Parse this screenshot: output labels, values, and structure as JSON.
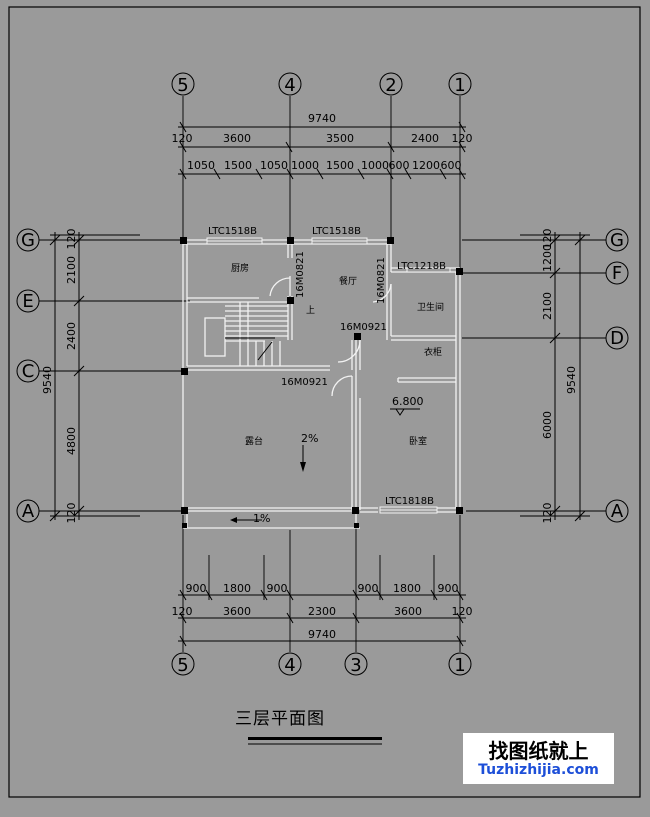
{
  "drawing_title": "三层平面图",
  "axes_top": [
    "5",
    "4",
    "2",
    "1"
  ],
  "axes_bottom": [
    "5",
    "4",
    "3",
    "1"
  ],
  "axes_left": [
    "G",
    "E",
    "C",
    "A"
  ],
  "axes_right": [
    "G",
    "F",
    "D",
    "A"
  ],
  "dims": {
    "top_total": "9740",
    "top_mid": [
      "120",
      "3600",
      "3500",
      "2400",
      "120"
    ],
    "top_detail": [
      "1050",
      "1500",
      "1050",
      "1000",
      "1500",
      "1000",
      "600",
      "1200",
      "600"
    ],
    "bottom_total": "9740",
    "bottom_mid": [
      "120",
      "3600",
      "2300",
      "3600",
      "120"
    ],
    "bottom_detail": [
      "900",
      "1800",
      "900",
      "900",
      "1800",
      "900"
    ],
    "left_total": "9540",
    "left": [
      "120",
      "2100",
      "2400",
      "4800",
      "120"
    ],
    "right_total": "9540",
    "right": [
      "120",
      "1200",
      "2100",
      "6000",
      "120"
    ]
  },
  "windows": [
    "LTC1518B",
    "LTC1518B",
    "LTC1218B",
    "LTC1818B"
  ],
  "doors": [
    "16M0821",
    "16M0821",
    "16M0921",
    "16M0921"
  ],
  "rooms": {
    "kitchen": "厨房",
    "dining": "餐厅",
    "bathroom": "卫生间",
    "wardrobe": "衣柜",
    "terrace": "露台",
    "bedroom": "卧室"
  },
  "stair_up": "上",
  "elevation": "6.800",
  "slope_terrace": "2%",
  "slope_balcony": "1%",
  "logo": {
    "text": "找图纸就上",
    "url": "Tuzhizhijia.com"
  }
}
